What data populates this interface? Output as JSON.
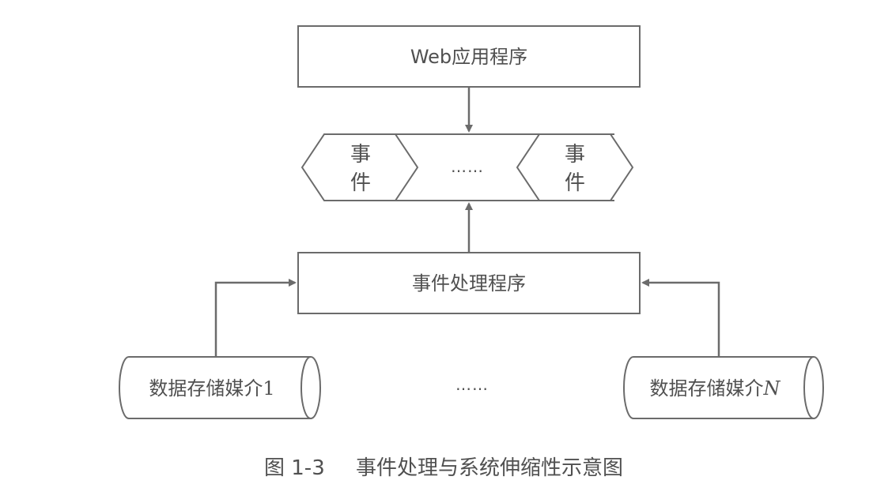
{
  "diagram": {
    "web_app_label": "Web应用程序",
    "event_char_top": "事",
    "event_char_bottom": "件",
    "events_ellipsis": "……",
    "handler_label": "事件处理程序",
    "storage_ellipsis": "……",
    "storage_1_label": "数据存储媒介",
    "storage_1_suffix": "1",
    "storage_n_label": "数据存储媒介",
    "storage_n_suffix": "N",
    "stroke_color": "#6b6b6b",
    "text_color": "#505050"
  },
  "caption": {
    "figure_number": "图 1-3",
    "title": "事件处理与系统伸缩性示意图"
  }
}
